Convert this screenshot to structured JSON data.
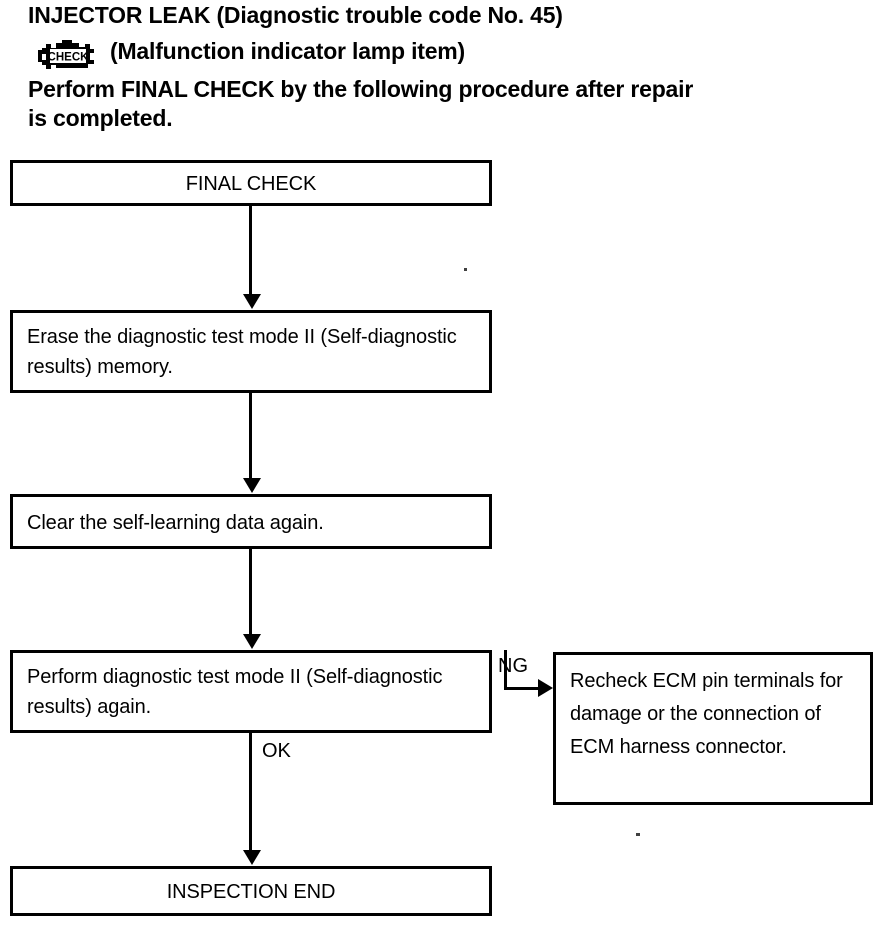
{
  "header": {
    "title": "INJECTOR LEAK (Diagnostic trouble code No. 45)",
    "mil_icon_name": "check-engine-malfunction-indicator-lamp",
    "mil_icon_text": "CHECK",
    "mil_label": "(Malfunction indicator lamp item)",
    "instruction_line_1": "Perform FINAL CHECK by the following procedure after repair",
    "instruction_line_2": "is completed."
  },
  "flowchart": {
    "boxes": [
      {
        "id": "final-check",
        "text": "FINAL CHECK",
        "align": "center"
      },
      {
        "id": "erase-memory",
        "text": "Erase the diagnostic test mode II (Self-diagnostic results) memory.",
        "align": "left"
      },
      {
        "id": "clear-data",
        "text": "Clear the self-learning data again.",
        "align": "left"
      },
      {
        "id": "perform-test",
        "text": "Perform diagnostic test mode II (Self-diagnostic results) again.",
        "align": "left"
      },
      {
        "id": "recheck-ecm",
        "text": "Recheck ECM pin terminals for damage or the connection of ECM harness connector.",
        "align": "left"
      },
      {
        "id": "inspection-end",
        "text": "INSPECTION END",
        "align": "center"
      }
    ],
    "branch_labels": {
      "ok": "OK",
      "ng": "NG"
    }
  },
  "colors": {
    "ink": "#000000",
    "paper": "#ffffff"
  }
}
